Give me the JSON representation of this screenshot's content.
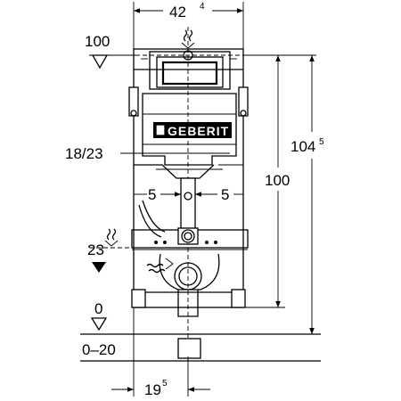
{
  "dimensions": {
    "width_main": "42",
    "width_sup": "4",
    "top_level": "100",
    "opening": "18/23",
    "offset_left": "5",
    "offset_right": "5",
    "height_inner": "100",
    "height_total_main": "104",
    "height_total_sup": "5",
    "level_23": "23",
    "level_0": "0",
    "floor_range": "0–20",
    "bottom_main": "19",
    "bottom_sup": "5"
  },
  "brand": {
    "logo_text": "GEBERIT"
  }
}
